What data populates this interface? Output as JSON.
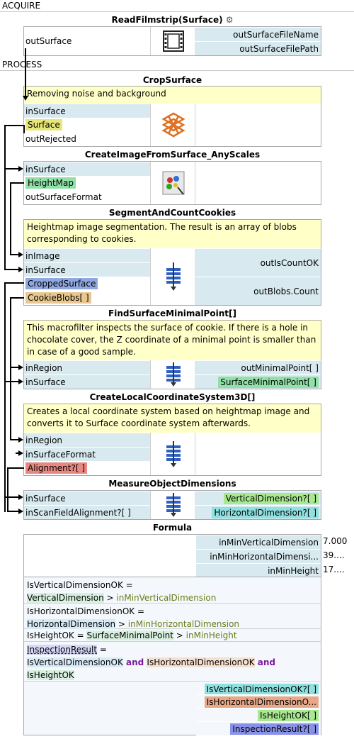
{
  "sections": {
    "acquire": "ACQUIRE",
    "process": "PROCESS"
  },
  "read_filmstrip": {
    "title": "ReadFilmstrip(Surface)",
    "settings_icon": "gear-icon",
    "icon": "film-icon",
    "out_surface": "outSurface",
    "out_file_name": "outSurfaceFileName",
    "out_file_path": "outSurfaceFilePath"
  },
  "crop_surface": {
    "title": "CropSurface",
    "description": "Removing noise and background",
    "in_surface": "inSurface",
    "surface_chip": "Surface",
    "out_rejected": "outRejected",
    "icon": "crop-surface-icon"
  },
  "create_image": {
    "title": "CreateImageFromSurface_AnyScales",
    "in_surface": "inSurface",
    "heightmap_chip": "HeightMap",
    "out_format": "outSurfaceFormat",
    "icon": "image-palette-icon"
  },
  "segment": {
    "title": "SegmentAndCountCookies",
    "description": "Heightmap image segmentation. The result is an array of blobs corresponding to cookies.",
    "in_image": "inImage",
    "in_surface": "inSurface",
    "cropped_chip": "CroppedSurface",
    "blobs_chip": "CookieBlobs[ ]",
    "out_is_count_ok": "outIsCountOK",
    "out_blobs_count": "outBlobs.Count",
    "icon": "macrofilter-icon"
  },
  "find_min": {
    "title": "FindSurfaceMinimalPoint[]",
    "description": "This macrofilter inspects the surface of cookie. If there is a hole in chocolate cover, the Z coordinate of a minimal point is smaller than in case of a good sample.",
    "in_region": "inRegion",
    "in_surface": "inSurface",
    "out_min_point": "outMinimalPoint[ ]",
    "min_point_chip": "SurfaceMinimalPoint[ ]",
    "icon": "macrofilter-icon"
  },
  "local_cs": {
    "title": "CreateLocalCoordinateSystem3D[]",
    "description": "Creates a local coordinate system based on heightmap image and converts it to Surface coordinate system afterwards.",
    "in_region": "inRegion",
    "in_surface_format": "inSurfaceFormat",
    "alignment_chip": "Alignment?[ ]",
    "icon": "macrofilter-icon"
  },
  "measure": {
    "title": "MeasureObjectDimensions",
    "in_surface": "inSurface",
    "in_scan_alignment": "inScanFieldAlignment?[ ]",
    "vertical_chip": "VerticalDimension?[ ]",
    "horizontal_chip": "HorizontalDimension?[ ]",
    "icon": "macrofilter-icon"
  },
  "formula": {
    "title": "Formula",
    "inputs": [
      {
        "name": "inMinVerticalDimension",
        "value": "7.000"
      },
      {
        "name": "inMinHorizontalDimensi...",
        "value": "39...."
      },
      {
        "name": "inMinHeight",
        "value": "17...."
      }
    ],
    "line1": {
      "lhs": "IsVerticalDimensionOK",
      "eq": " =",
      "a": "VerticalDimension",
      "op": " > ",
      "b": "inMinVerticalDimension"
    },
    "line2": {
      "lhs": "IsHorizontalDimensionOK",
      "eq": " =",
      "a": "HorizontalDimension",
      "op": " > ",
      "b": "inMinHorizontalDimension"
    },
    "line3": {
      "lhs": "IsHeightOK",
      "eq": " = ",
      "a": "SurfaceMinimalPoint",
      "op": " > ",
      "b": "inMinHeight"
    },
    "line4": {
      "lhs": "InspectionResult",
      "eq": " =",
      "a": "IsVerticalDimensionOK",
      "and1": " and ",
      "b": "IsHorizontalDimensionOK",
      "and2": " and",
      "c": "IsHeightOK"
    },
    "outputs": [
      "IsVerticalDimensionOK?[ ]",
      "IsHorizontalDimensionO...",
      "IsHeightOK[ ]",
      "InspectionResult?[ ]"
    ]
  }
}
